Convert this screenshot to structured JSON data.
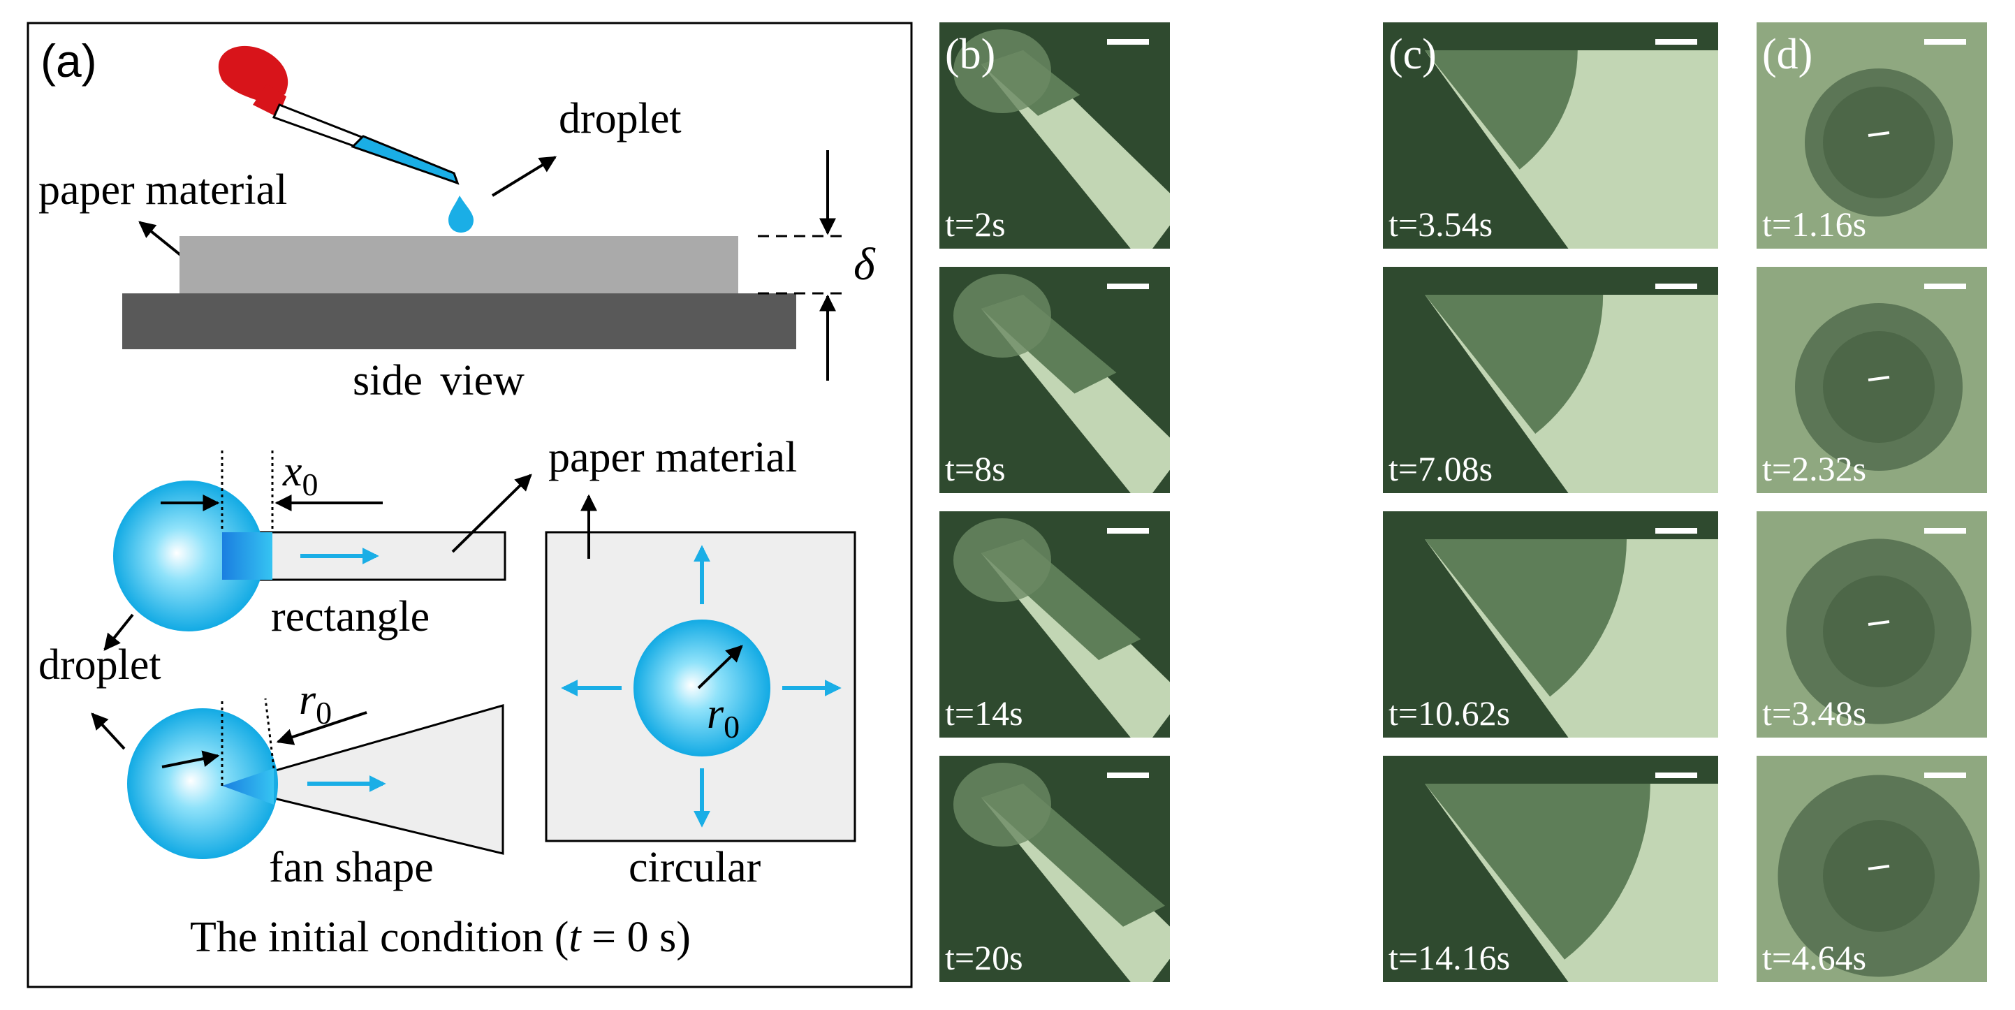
{
  "panel_a": {
    "label": "(a)",
    "droplet_top": "droplet",
    "paper_material_top": "paper material",
    "delta": "δ",
    "side_view": "side view",
    "x0": "x",
    "x0_sub": "0",
    "r0": "r",
    "r0_sub": "0",
    "paper_material_bottom": "paper material",
    "rectangle": "rectangle",
    "droplet_left": "droplet",
    "fan_shape": "fan shape",
    "circular": "circular",
    "r0_circle": "r",
    "r0_circle_sub": "0",
    "caption_pre": "The initial condition (",
    "caption_t": "t",
    "caption_post": " = 0 s)"
  },
  "panel_b": {
    "label": "(b)",
    "times": [
      "t=2s",
      "t=8s",
      "t=14s",
      "t=20s"
    ],
    "front_progress": [
      0.28,
      0.46,
      0.58,
      0.7
    ]
  },
  "panel_c": {
    "label": "(c)",
    "times": [
      "t=3.54s",
      "t=7.08s",
      "t=10.62s",
      "t=14.16s"
    ],
    "front_progress": [
      0.38,
      0.52,
      0.65,
      0.78
    ]
  },
  "panel_d": {
    "label": "(d)",
    "times": [
      "t=1.16s",
      "t=2.32s",
      "t=3.48s",
      "t=4.64s"
    ],
    "front_progress": [
      0.3,
      0.5,
      0.68,
      0.85
    ]
  },
  "colors": {
    "drop_light": "#ffffff",
    "drop_mid": "#7fdcf8",
    "drop_dark": "#1ab0e6",
    "arrow_blue": "#1aaee6",
    "dropper_red": "#d8141a",
    "paper_light": "#aaaaaa",
    "base_dark": "#595959",
    "photo_dark": "#2f4a2f",
    "photo_wet": "#5e7e58",
    "photo_dry": "#c2d6b4"
  }
}
